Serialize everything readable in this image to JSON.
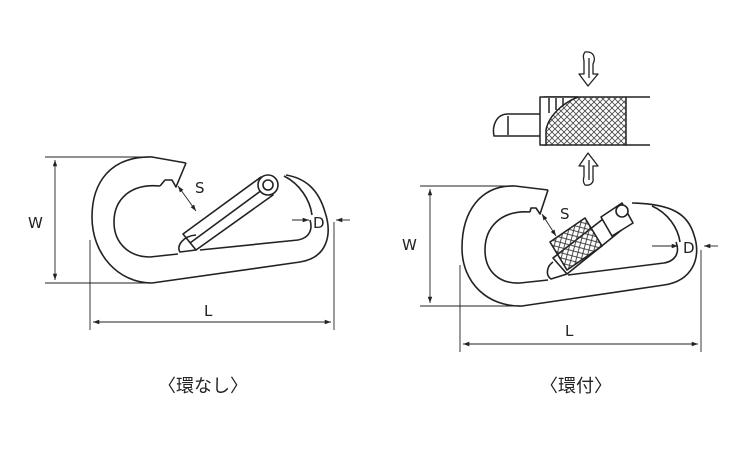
{
  "colors": {
    "line": "#222222",
    "background": "#ffffff",
    "mesh": "#444444"
  },
  "left_figure": {
    "label_w": "W",
    "label_l": "L",
    "label_s": "S",
    "label_d": "D",
    "caption": "〈環なし〉"
  },
  "right_figure": {
    "label_w": "W",
    "label_l": "L",
    "label_s": "S",
    "label_d": "D",
    "caption": "〈環付〉"
  },
  "icons": [
    "rotate-down-arrow-icon",
    "rotate-up-arrow-icon"
  ]
}
